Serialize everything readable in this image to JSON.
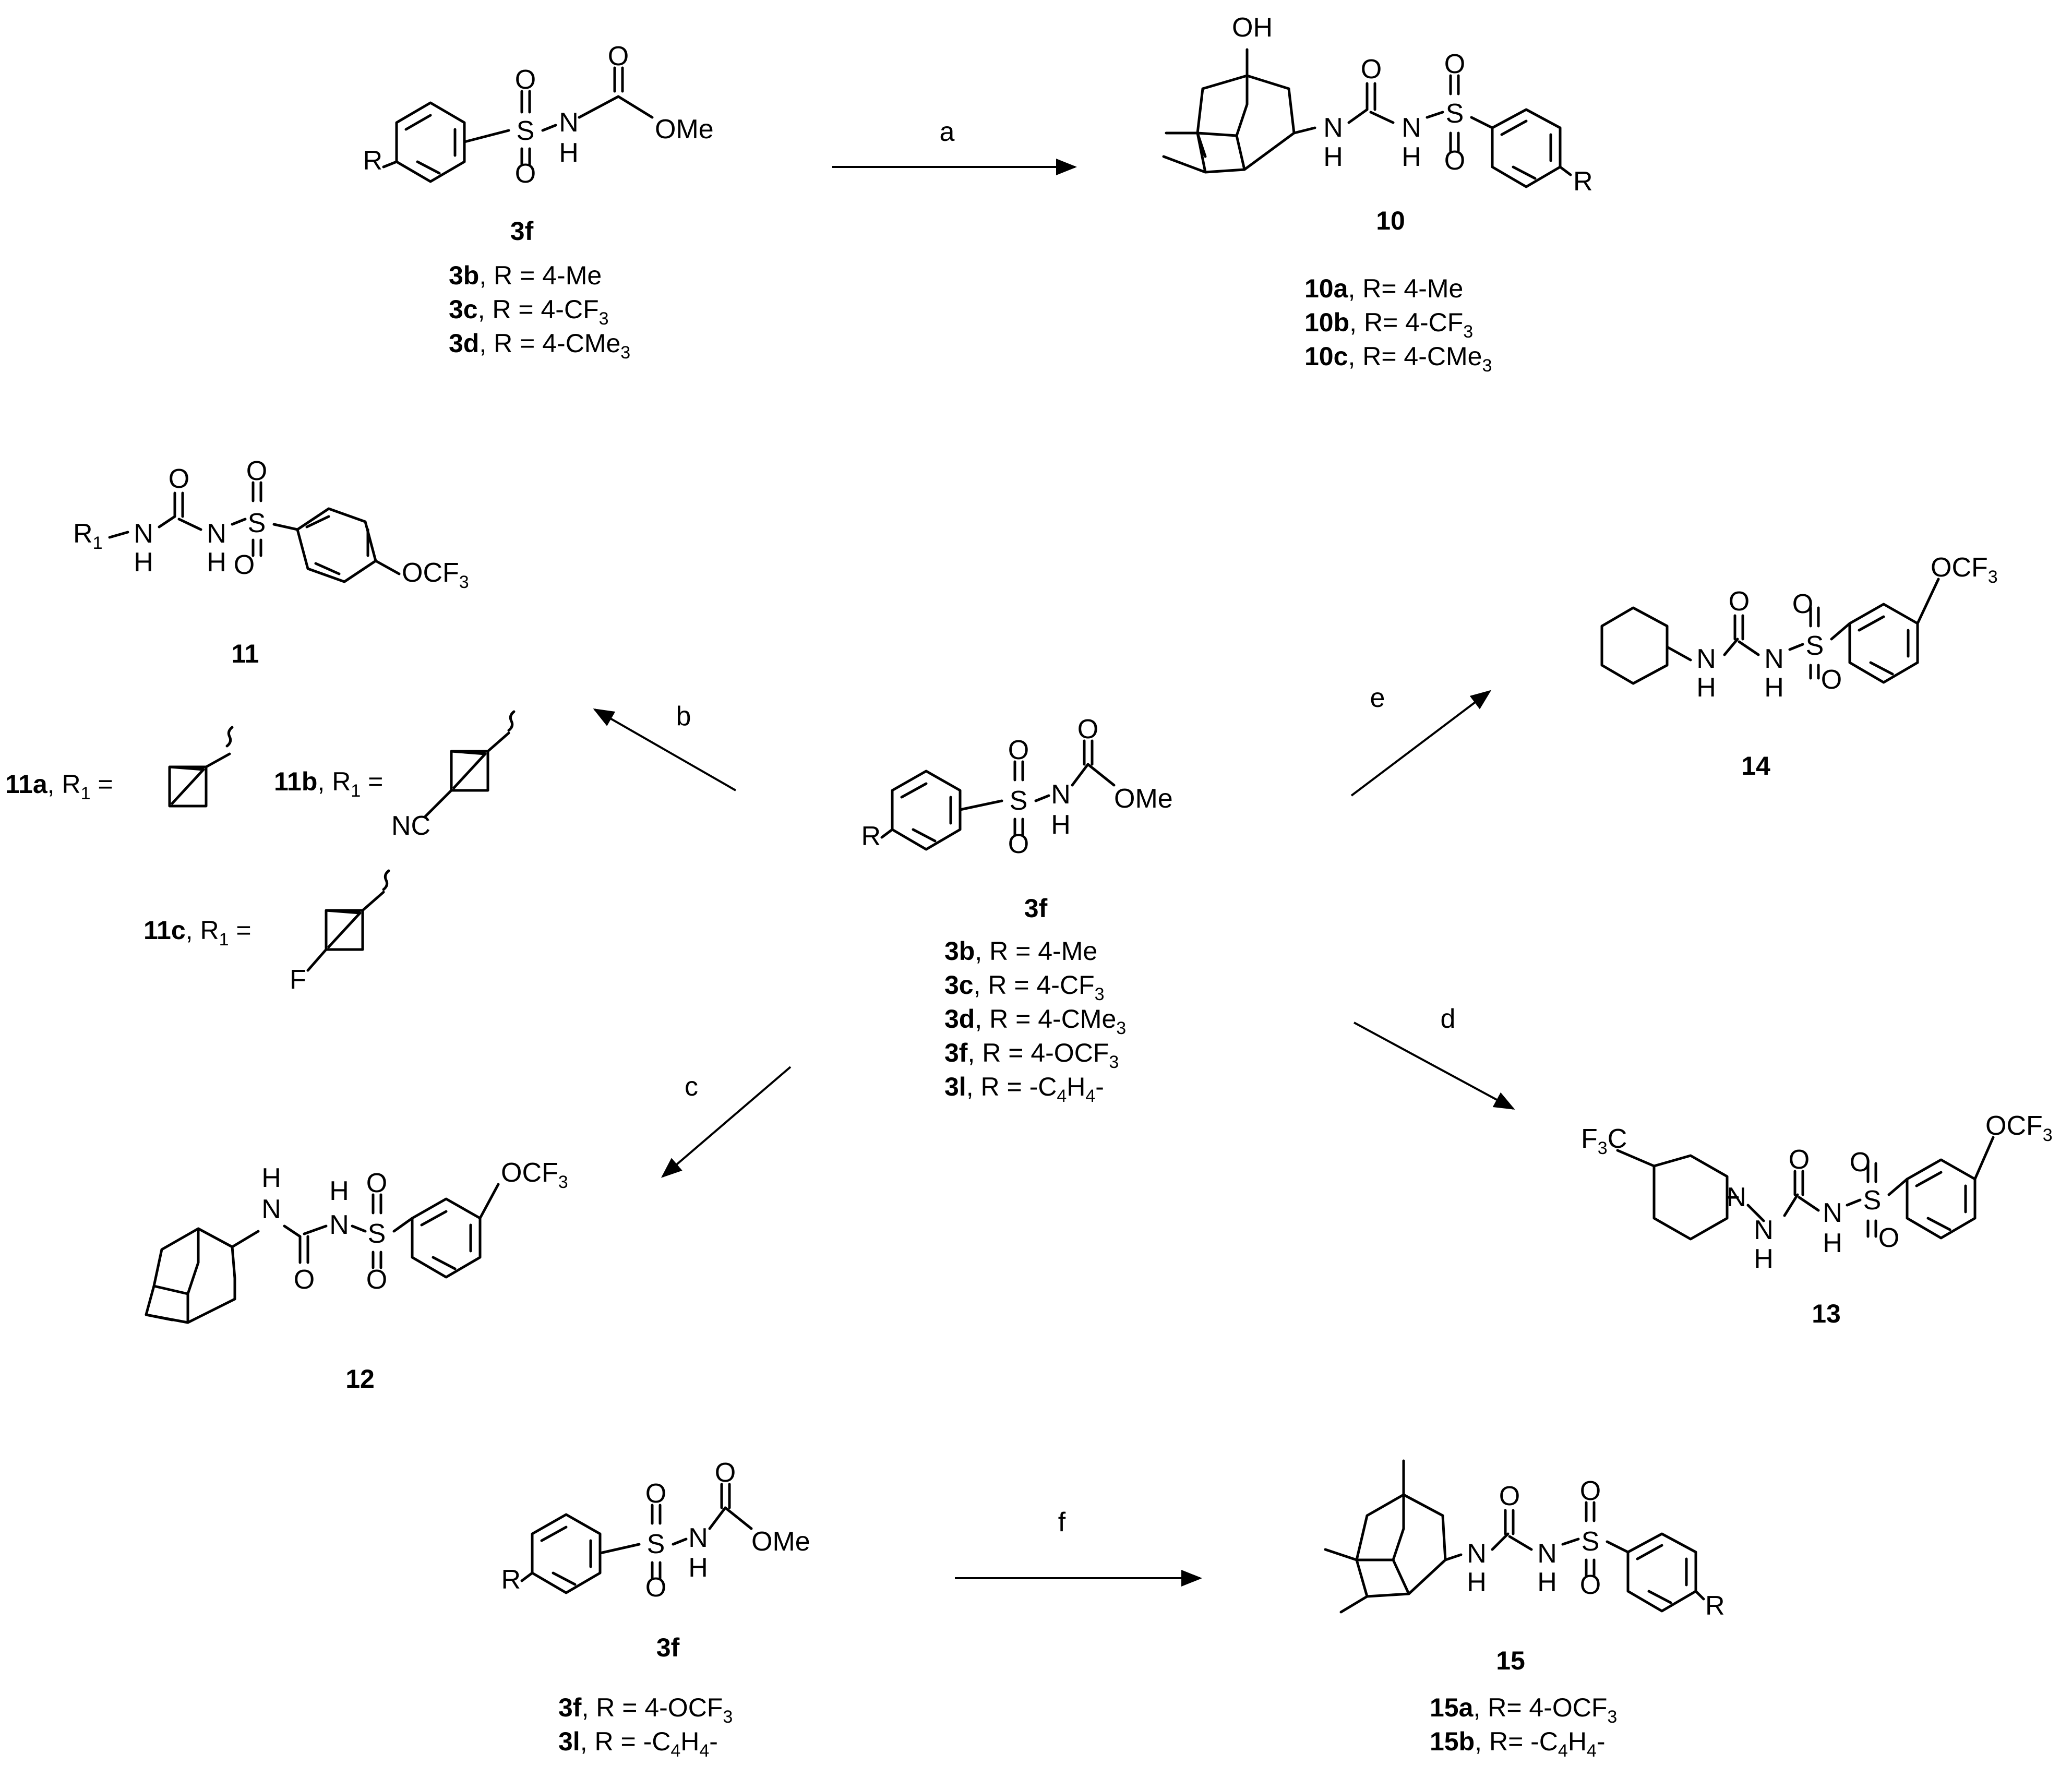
{
  "reagents": [
    "a",
    "b",
    "c",
    "d",
    "e",
    "f"
  ],
  "atoms": {
    "R": "R",
    "S": "S",
    "O": "O",
    "N": "N",
    "H": "H",
    "NH": "NH",
    "OMe": "OMe",
    "OH": "OH",
    "OCF3_base": "OCF",
    "sub3": "3",
    "sub1": "1",
    "NC": "NC",
    "F": "F",
    "F3C_pre": "F",
    "F3C_post": "C",
    "R1": "R"
  },
  "compounds": {
    "c3f": "3f",
    "c10": "10",
    "c11": "11",
    "c12": "12",
    "c13": "13",
    "c14": "14",
    "c15": "15"
  },
  "list_top_left": [
    {
      "id": "3b",
      "text": ", R = 4-Me"
    },
    {
      "id": "3c",
      "text": ", R = 4-CF",
      "sub": "3"
    },
    {
      "id": "3d",
      "text": ", R = 4-CMe",
      "sub": "3"
    }
  ],
  "list_top_right": [
    {
      "id": "10a",
      "text": ", R= 4-Me"
    },
    {
      "id": "10b",
      "text": ", R= 4-CF",
      "sub": "3"
    },
    {
      "id": "10c",
      "text": ", R= 4-CMe",
      "sub": "3"
    }
  ],
  "list_center": [
    {
      "id": "3b",
      "text": ", R = 4-Me"
    },
    {
      "id": "3c",
      "text": ", R = 4-CF",
      "sub": "3"
    },
    {
      "id": "3d",
      "text": ", R = 4-CMe",
      "sub": "3"
    },
    {
      "id": "3f",
      "text": ", R = 4-OCF",
      "sub": "3"
    },
    {
      "id": "3l",
      "text": ", R = -C",
      "sub": "4",
      "text2": "H",
      "sub2": "4",
      "text3": "-"
    }
  ],
  "list_bottom_left": [
    {
      "id": "3f",
      "text": ", R = 4-OCF",
      "sub": "3"
    },
    {
      "id": "3l",
      "text": ", R = -C",
      "sub": "4",
      "text2": "H",
      "sub2": "4",
      "text3": "-"
    }
  ],
  "list_bottom_right": [
    {
      "id": "15a",
      "text": ", R= 4-OCF",
      "sub": "3"
    },
    {
      "id": "15b",
      "text": ", R= -C",
      "sub": "4",
      "text2": "H",
      "sub2": "4",
      "text3": "-"
    }
  ],
  "r1_labels": [
    {
      "id": "11a",
      "text": ", R",
      "sub": "1",
      "tail": " ="
    },
    {
      "id": "11b",
      "text": ", R",
      "sub": "1",
      "tail": " ="
    },
    {
      "id": "11c",
      "text": ", R",
      "sub": "1",
      "tail": " ="
    }
  ]
}
